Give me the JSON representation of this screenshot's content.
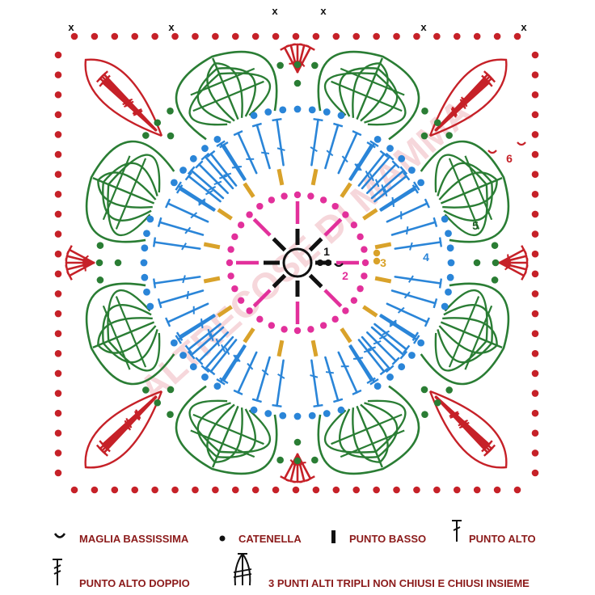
{
  "round_labels": [
    "1",
    "2",
    "3",
    "4",
    "5",
    "6"
  ],
  "corner_marks": [
    "x",
    "x",
    "x",
    "x",
    "x",
    "x"
  ],
  "watermark": "ALTRECOSE DI MAMMA",
  "legend": [
    {
      "icon": "slip-stitch-icon",
      "label": "MAGLIA BASSISSIMA"
    },
    {
      "icon": "chain-stitch-icon",
      "label": "CATENELLA"
    },
    {
      "icon": "single-crochet-icon",
      "label": "PUNTO BASSO"
    },
    {
      "icon": "double-crochet-icon",
      "label": "PUNTO ALTO"
    },
    {
      "icon": "treble-crochet-icon",
      "label": "PUNTO ALTO DOPPIO"
    },
    {
      "icon": "triple-treble-cluster-icon",
      "label": "3 PUNTI ALTI TRIPLI NON CHIUSI E CHIUSI INSIEME"
    }
  ],
  "colors": {
    "round1": "#111111",
    "round2": "#e2309b",
    "round3": "#d9a22a",
    "round4": "#2a85d8",
    "round5": "#2a7d34",
    "round6": "#c62128",
    "legend_text": "#8b1a1a",
    "watermark": "#f3c9cf"
  }
}
